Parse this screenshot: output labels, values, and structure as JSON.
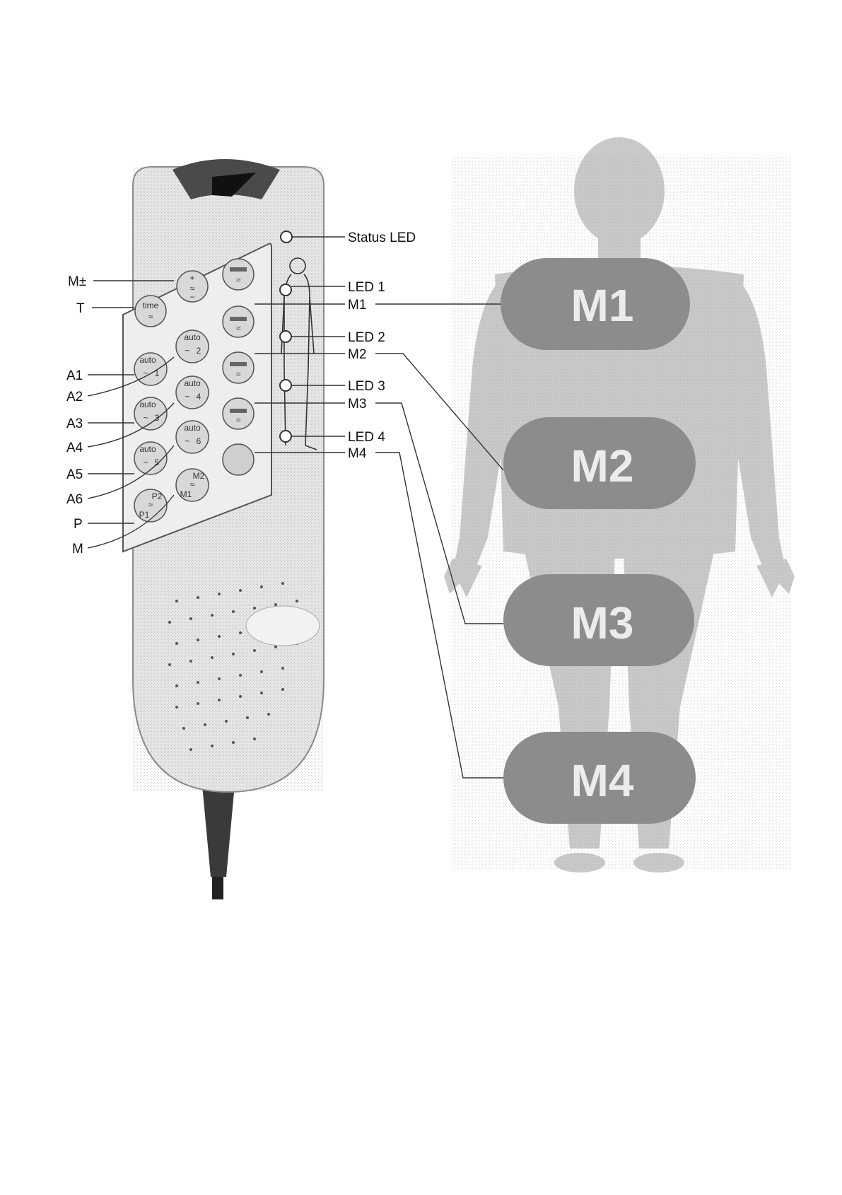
{
  "remote": {
    "left_labels": [
      "M±",
      "T",
      "A1",
      "A2",
      "A3",
      "A4",
      "A5",
      "A6",
      "P",
      "M"
    ],
    "right_labels": [
      "Status LED",
      "LED 1",
      "M1",
      "LED 2",
      "M2",
      "LED 3",
      "M3",
      "LED 4",
      "M4"
    ],
    "buttons": {
      "mpm_plus": "+",
      "mpm_minus": "−",
      "timer": "time",
      "auto1": "auto",
      "auto1_num": "1",
      "auto2": "auto",
      "auto2_num": "2",
      "auto3": "auto",
      "auto3_num": "3",
      "auto4": "auto",
      "auto4_num": "4",
      "auto5": "auto",
      "auto5_num": "5",
      "auto6": "auto",
      "auto6_num": "6",
      "p1": "P1",
      "p2": "P2",
      "m1": "M1",
      "m2": "M2"
    }
  },
  "body": {
    "zones": [
      "M1",
      "M2",
      "M3",
      "M4"
    ]
  },
  "colors": {
    "background": "#ffffff",
    "remote_body": "#e6e6e6",
    "remote_outline": "#8a8a8a",
    "silhouette": "#c9c9c9",
    "zone_fill": "#8c8c8c",
    "leader_line": "#333333"
  }
}
